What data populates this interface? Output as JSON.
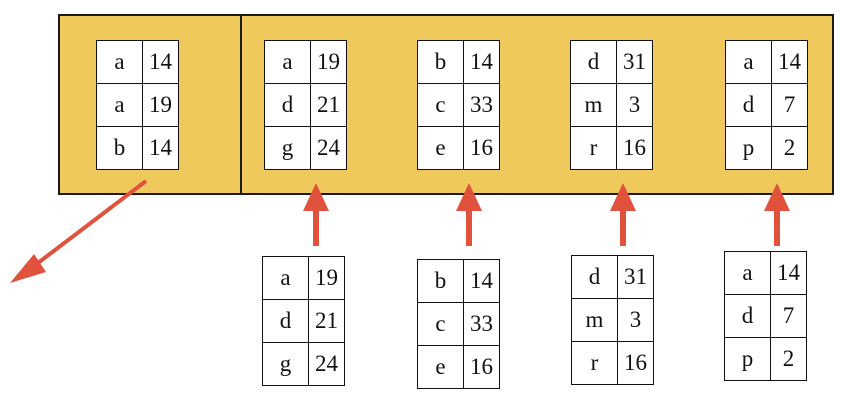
{
  "arrow_color": "#e0523c",
  "buffer_fill": "#f0c95c",
  "output_buffer": {
    "rows": [
      [
        "a",
        "14"
      ],
      [
        "a",
        "19"
      ],
      [
        "b",
        "14"
      ]
    ]
  },
  "input_buffers": [
    {
      "rows": [
        [
          "a",
          "19"
        ],
        [
          "d",
          "21"
        ],
        [
          "g",
          "24"
        ]
      ]
    },
    {
      "rows": [
        [
          "b",
          "14"
        ],
        [
          "c",
          "33"
        ],
        [
          "e",
          "16"
        ]
      ]
    },
    {
      "rows": [
        [
          "d",
          "31"
        ],
        [
          "m",
          "3"
        ],
        [
          "r",
          "16"
        ]
      ]
    },
    {
      "rows": [
        [
          "a",
          "14"
        ],
        [
          "d",
          "7"
        ],
        [
          "p",
          "2"
        ]
      ]
    }
  ],
  "input_runs": [
    {
      "rows": [
        [
          "a",
          "19"
        ],
        [
          "d",
          "21"
        ],
        [
          "g",
          "24"
        ]
      ]
    },
    {
      "rows": [
        [
          "b",
          "14"
        ],
        [
          "c",
          "33"
        ],
        [
          "e",
          "16"
        ]
      ]
    },
    {
      "rows": [
        [
          "d",
          "31"
        ],
        [
          "m",
          "3"
        ],
        [
          "r",
          "16"
        ]
      ]
    },
    {
      "rows": [
        [
          "a",
          "14"
        ],
        [
          "d",
          "7"
        ],
        [
          "p",
          "2"
        ]
      ]
    }
  ]
}
